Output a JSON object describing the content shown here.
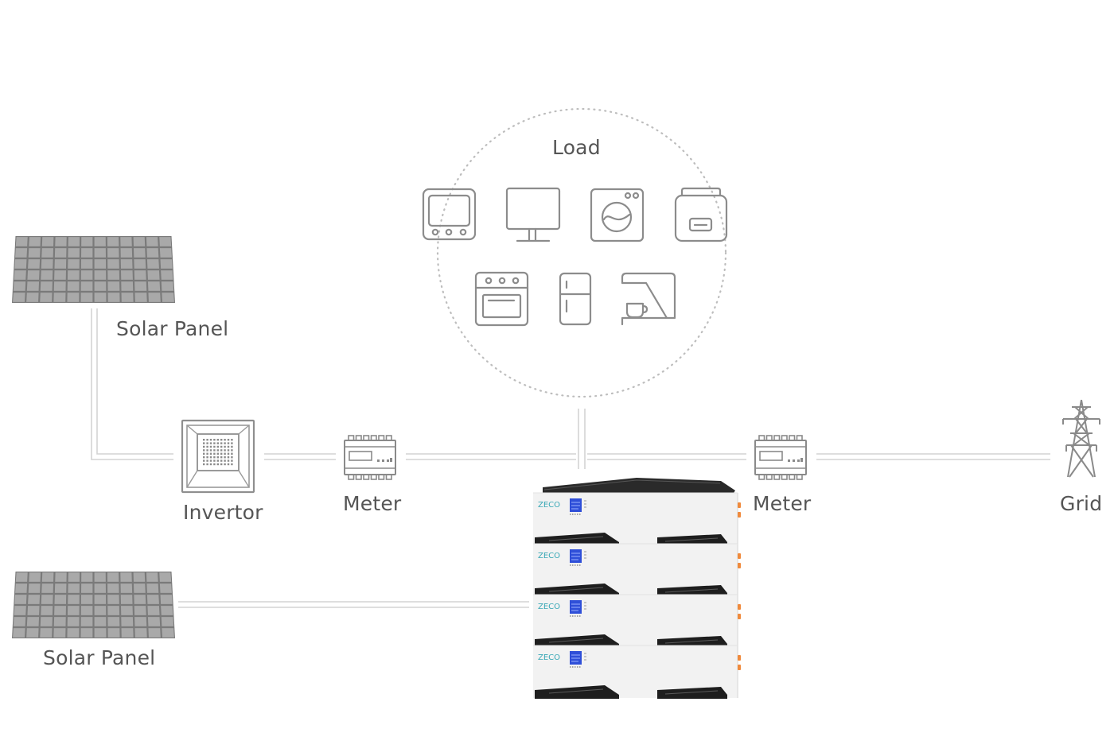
{
  "labels": {
    "load": "Load",
    "solar_panel_top": "Solar Panel",
    "solar_panel_bottom": "Solar Panel",
    "invertor": "Invertor",
    "meter_left": "Meter",
    "meter_right": "Meter",
    "grid": "Grid"
  },
  "battery": {
    "brand": "ZECO",
    "modules": 4
  },
  "colors": {
    "wire": "#d3d3d3",
    "icon_stroke": "#8c8c8c",
    "label": "#555555",
    "battery_body": "#f2f2f2",
    "battery_screen": "#2f4fd8",
    "battery_connector": "#f08a3c",
    "brand_text": "#39a8b6"
  },
  "icons": {
    "solar_panel": "solar-panel-icon",
    "invertor": "invertor-icon",
    "meter": "meter-icon",
    "grid": "power-pylon-icon",
    "loads": [
      "tv-icon",
      "monitor-icon",
      "washing-machine-icon",
      "microwave-icon",
      "oven-icon",
      "refrigerator-icon",
      "coffee-machine-icon"
    ]
  }
}
